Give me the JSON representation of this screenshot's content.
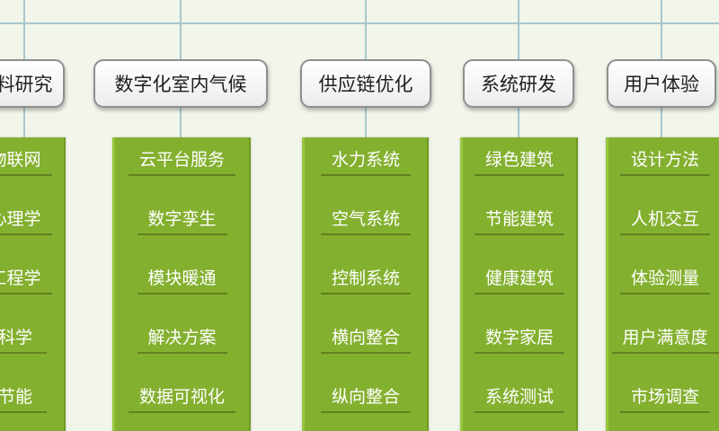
{
  "title": "",
  "colors": {
    "background": "#f1f5ea",
    "connector": "#a8c7cf",
    "category_border": "#8f8f8f",
    "column_fill": "#84b02f",
    "item_text": "#ffffff"
  },
  "categories": [
    {
      "label": "料研究",
      "items": [
        "物联网",
        "心理学",
        "工程学",
        "科学",
        "节能"
      ]
    },
    {
      "label": "数字化室内气候",
      "items": [
        "云平台服务",
        "数字孪生",
        "模块暖通",
        "解决方案",
        "数据可视化"
      ]
    },
    {
      "label": "供应链优化",
      "items": [
        "水力系统",
        "空气系统",
        "控制系统",
        "横向整合",
        "纵向整合"
      ]
    },
    {
      "label": "系统研发",
      "items": [
        "绿色建筑",
        "节能建筑",
        "健康建筑",
        "数字家居",
        "系统测试"
      ]
    },
    {
      "label": "用户体验",
      "items": [
        "设计方法",
        "人机交互",
        "体验测量",
        "用户满意度",
        "市场调查"
      ]
    }
  ]
}
